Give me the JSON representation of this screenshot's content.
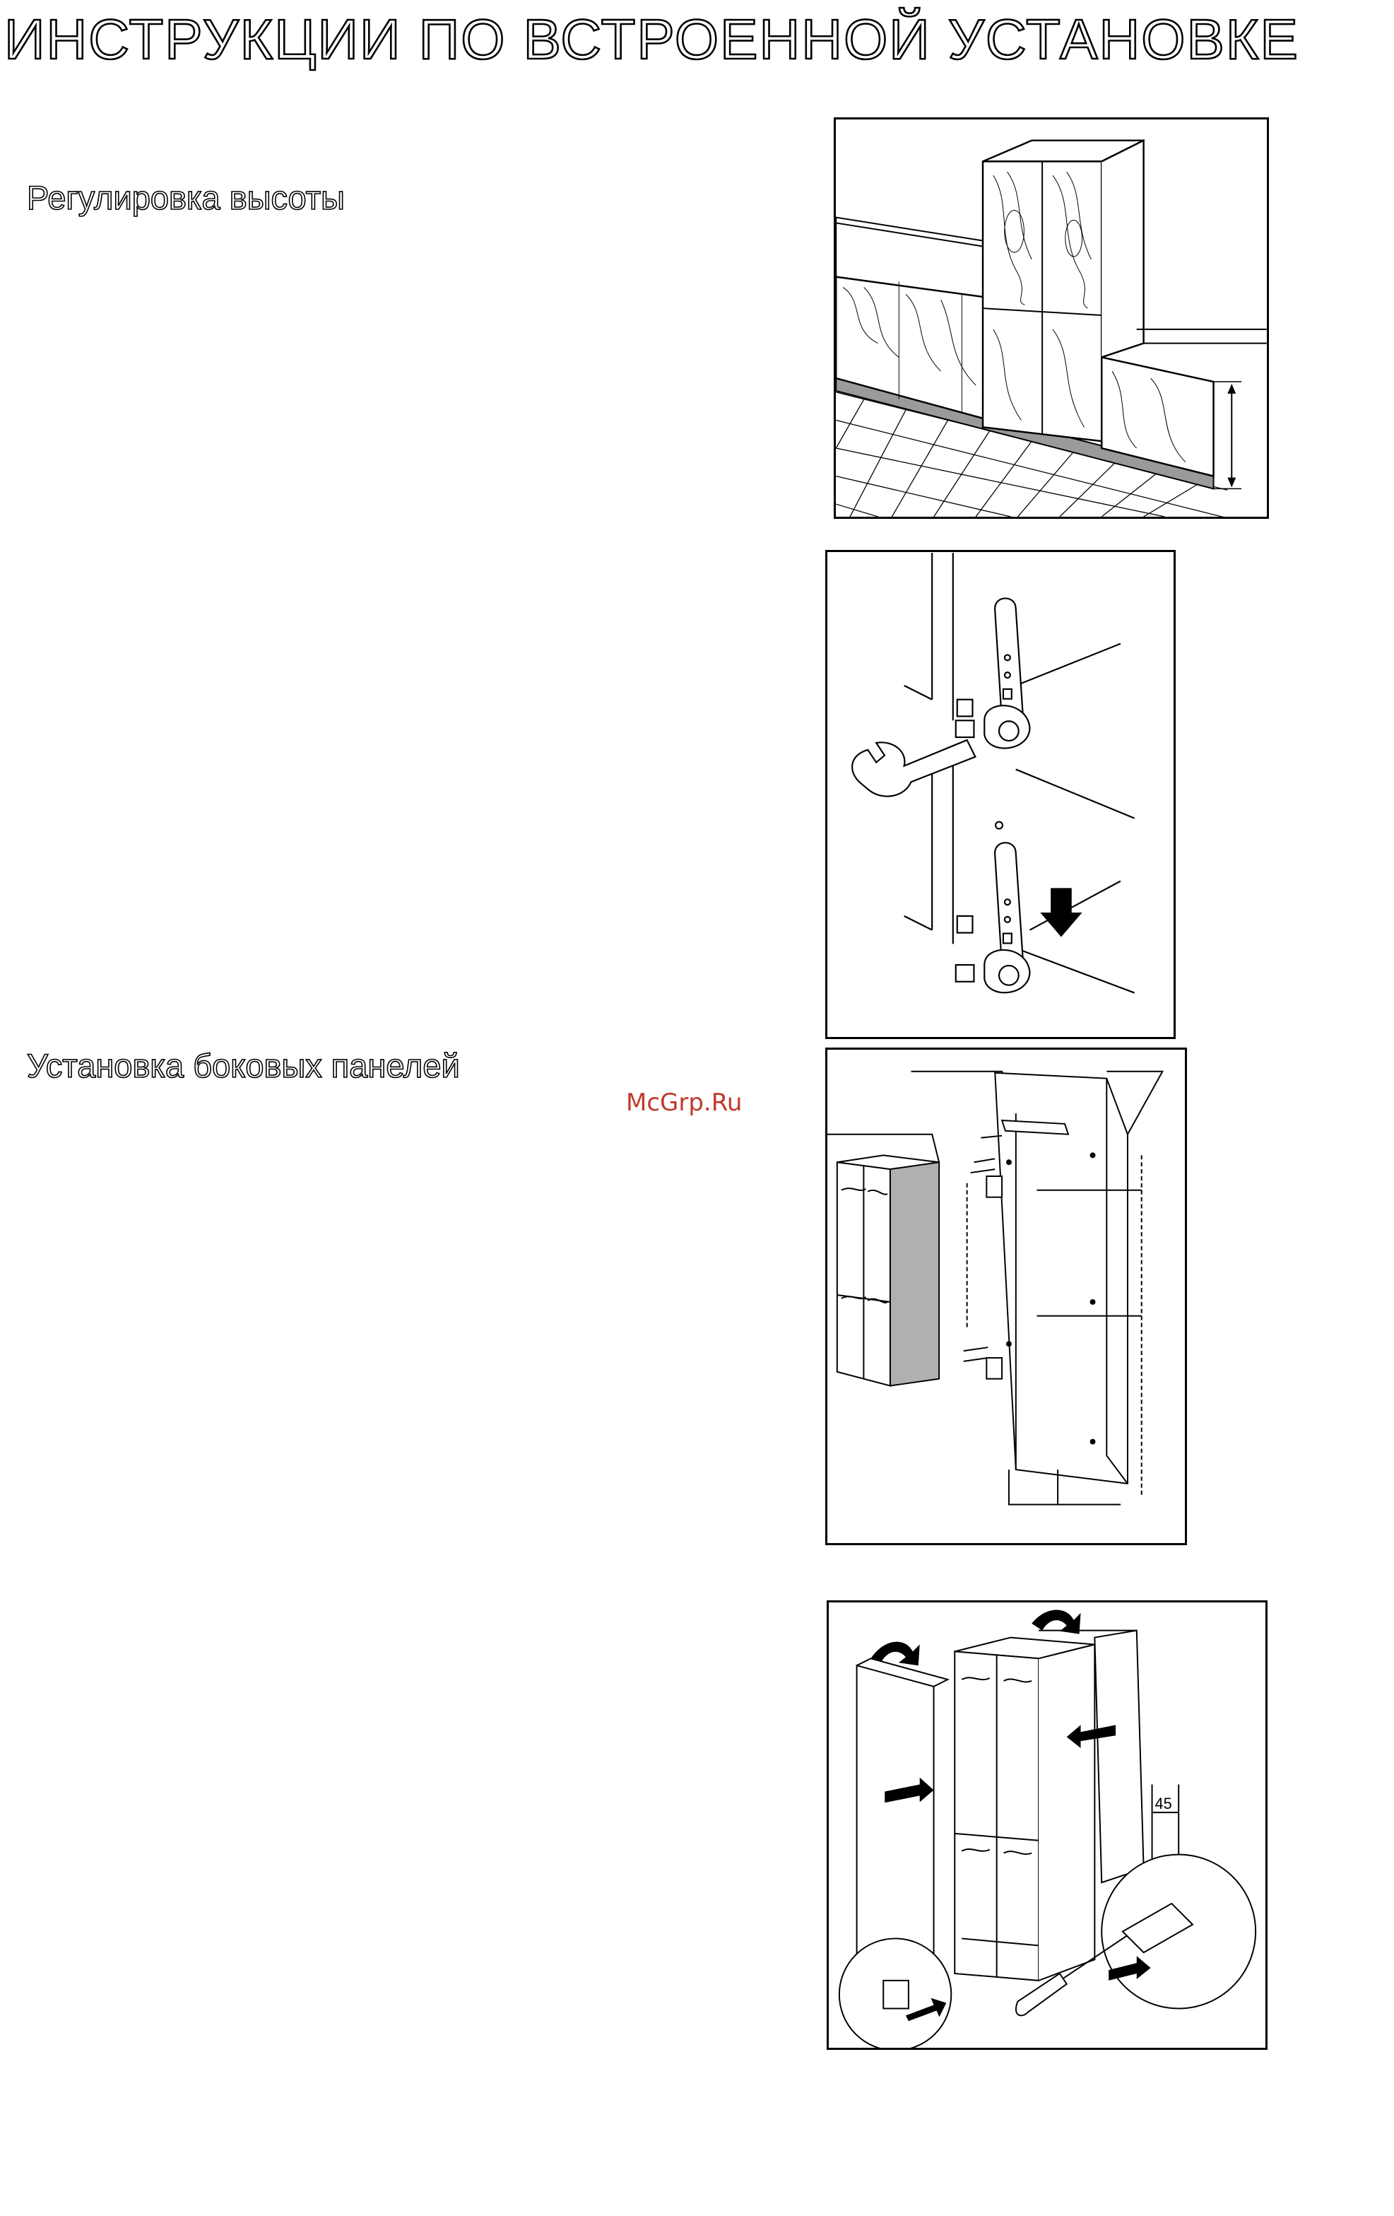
{
  "page": {
    "title": "ИНСТРУКЦИИ ПО ВСТРОЕННОЙ УСТАНОВКЕ",
    "watermark": "McGrp.Ru"
  },
  "sections": [
    {
      "heading": "Регулировка высоты"
    },
    {
      "heading": "Установка боковых панелей"
    }
  ],
  "figures": {
    "fig4": {
      "dimension_label": "45"
    }
  }
}
